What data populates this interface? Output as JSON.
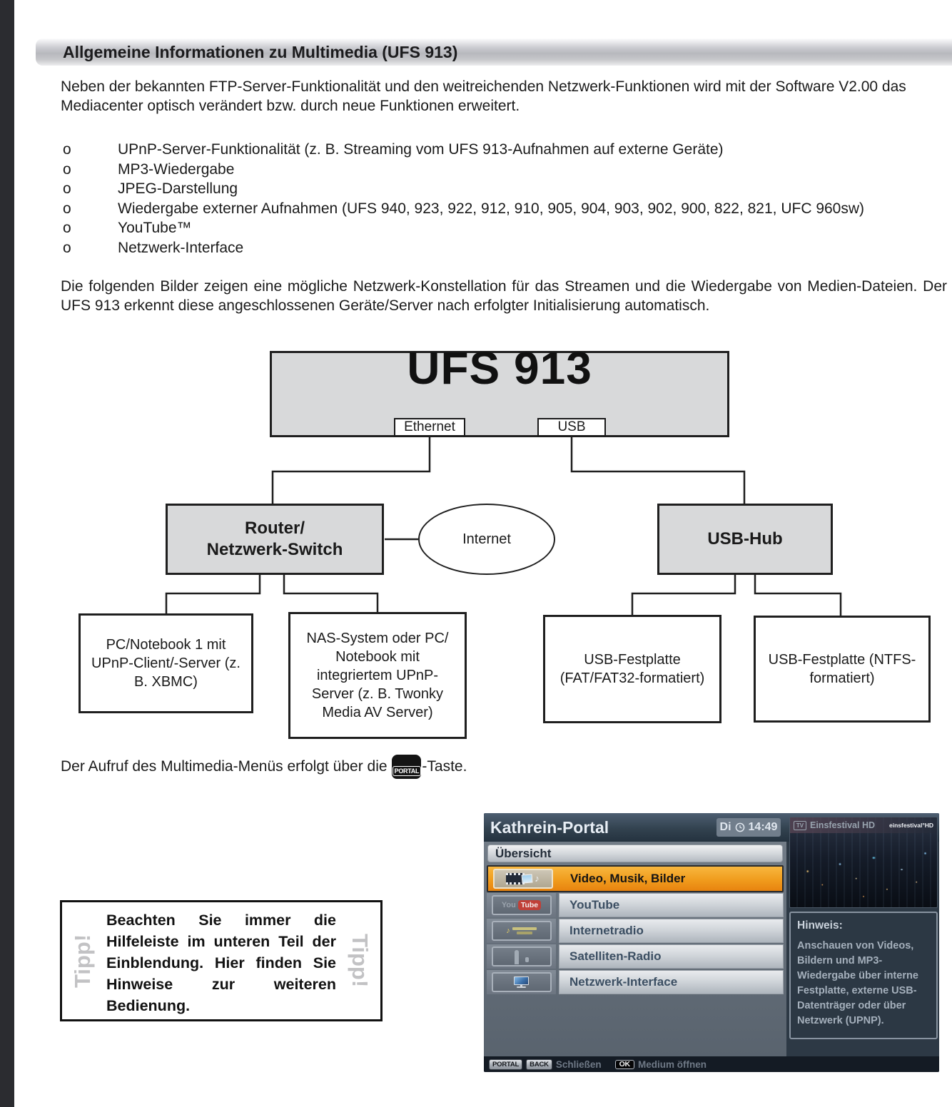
{
  "doc": {
    "title": "Allgemeine Informationen zu Multimedia (UFS 913)",
    "para1": "Neben der bekannten FTP-Server-Funktionalität und den weitreichenden Netzwerk-Funktionen wird mit der Software V2.00 das Mediacenter optisch verändert bzw. durch neue Funktionen erweitert.",
    "bullet_marker": "o",
    "bullets": [
      "UPnP-Server-Funktionalität (z. B. Streaming vom UFS 913-Aufnahmen auf externe Geräte)",
      "MP3-Wiedergabe",
      "JPEG-Darstellung",
      "Wiedergabe externer Aufnahmen (UFS 940, 923, 922, 912, 910, 905, 904, 903, 902, 900, 822, 821, UFC 960sw)",
      "YouTube™",
      "Netzwerk-Interface"
    ],
    "para2": "Die folgenden Bilder zeigen eine mögliche Netzwerk-Konstellation für das Streamen und die Wiedergabe von Medien-Dateien. Der UFS 913 erkennt diese angeschlossenen Geräte/Server nach erfolgter Initialisierung automatisch.",
    "portal_sentence": {
      "before": "Der Aufruf des Multimedia-Menüs erfolgt über die",
      "key": "PORTAL",
      "after": "-Taste."
    }
  },
  "diagram": {
    "device": "UFS 913",
    "ports": {
      "ethernet": "Ethernet",
      "usb": "USB"
    },
    "router_line1": "Router/",
    "router_line2": "Netzwerk-Switch",
    "internet": "Internet",
    "usb_hub": "USB-Hub",
    "pc_box": "PC/Notebook 1 mit UPnP-Client/-Server (z. B. XBMC)",
    "nas_box": "NAS-System oder PC/ Notebook mit integriertem UPnP-Server (z. B. Twonky Media AV Server)",
    "fat_box": "USB-Festplatte (FAT/FAT32-formatiert)",
    "ntfs_box": "USB-Festplatte (NTFS-formatiert)"
  },
  "tip": {
    "side": "Tipp!",
    "text": "Beachten Sie immer die Hilfeleiste im unteren Teil der Einblendung. Hier finden Sie Hinweise zur weiteren Bedienung."
  },
  "portal": {
    "title": "Kathrein-Portal",
    "day": "Di",
    "time": "14:49",
    "section": "Übersicht",
    "menu": [
      {
        "label": "Video, Musik, Bilder",
        "selected": true
      },
      {
        "label": "YouTube",
        "selected": false
      },
      {
        "label": "Internetradio",
        "selected": false
      },
      {
        "label": "Satelliten-Radio",
        "selected": false
      },
      {
        "label": "Netzwerk-Interface",
        "selected": false
      }
    ],
    "youtube_icon": {
      "you": "You",
      "tube": "Tube"
    },
    "note_glyph": "♪",
    "preview": {
      "badge": "TV",
      "channel": "Einsfestival HD",
      "logo": "einsfestival°HD"
    },
    "hint_title": "Hinweis:",
    "hint_text": "Anschauen von Videos, Bildern und MP3-Wiedergabe über interne Festplatte, externe USB-Datenträger oder über Netzwerk (UPNP).",
    "footer": {
      "portal_key": "PORTAL",
      "back_key": "BACK",
      "close_label": "Schließen",
      "ok_key": "OK",
      "open_label": "Medium öffnen"
    }
  },
  "colors": {
    "accent_orange": "#f09c1d",
    "header_navy": "#32424f",
    "page_strip": "#2b2c30"
  }
}
